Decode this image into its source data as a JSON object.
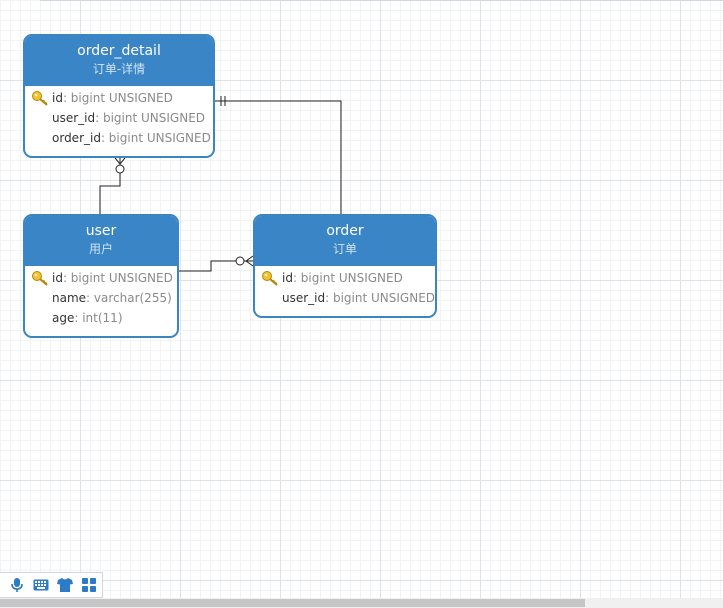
{
  "entities": {
    "order_detail": {
      "name": "order_detail",
      "comment": "订单-详情",
      "columns": [
        {
          "name": "id",
          "type": ": bigint UNSIGNED",
          "pk": true
        },
        {
          "name": "user_id",
          "type": ": bigint UNSIGNED",
          "pk": false
        },
        {
          "name": "order_id",
          "type": ": bigint UNSIGNED",
          "pk": false
        }
      ]
    },
    "user": {
      "name": "user",
      "comment": "用户",
      "columns": [
        {
          "name": "id",
          "type": ": bigint UNSIGNED",
          "pk": true
        },
        {
          "name": "name",
          "type": ": varchar(255)",
          "pk": false
        },
        {
          "name": "age",
          "type": ": int(11)",
          "pk": false
        }
      ]
    },
    "order": {
      "name": "order",
      "comment": "订单",
      "columns": [
        {
          "name": "id",
          "type": ": bigint UNSIGNED",
          "pk": true
        },
        {
          "name": "user_id",
          "type": ": bigint UNSIGNED",
          "pk": false
        }
      ]
    }
  },
  "relations": [
    {
      "from": "user",
      "to": "order_detail",
      "from_end": "one",
      "to_end": "zero-or-many"
    },
    {
      "from": "order",
      "to": "order_detail",
      "from_end": "one",
      "to_end": "one-and-only-one"
    },
    {
      "from": "user",
      "to": "order",
      "from_end": "one",
      "to_end": "zero-or-many"
    }
  ],
  "toolbar": {
    "tools": [
      "microphone-icon",
      "keyboard-icon",
      "shirt-icon",
      "grid-icon"
    ]
  },
  "colors": {
    "header": "#3a85c6",
    "line": "#222222",
    "key": "#e6b422"
  }
}
